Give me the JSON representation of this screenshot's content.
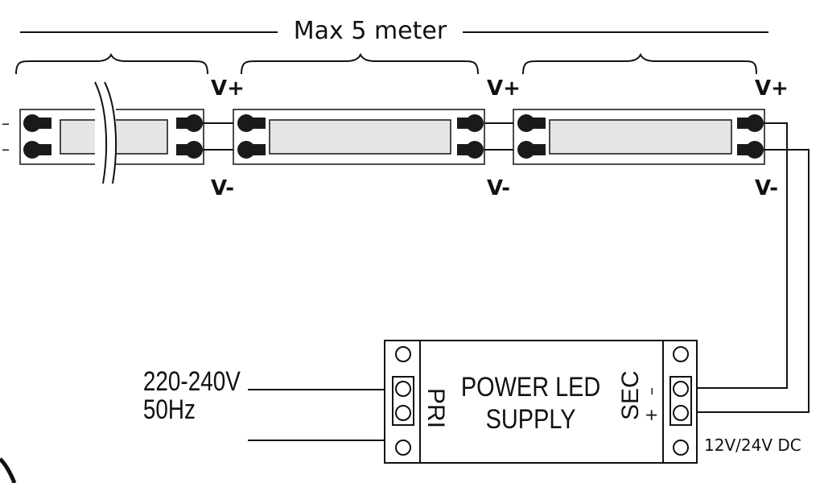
{
  "title": "Max 5 meter",
  "vplus": [
    "V+",
    "V+",
    "V+"
  ],
  "vminus": [
    "V-",
    "V-",
    "V-"
  ],
  "strip_minus_marks": [
    "–",
    "–"
  ],
  "power_supply": {
    "name_line1": "POWER LED",
    "name_line2": "SUPPLY",
    "pri_label": "PRI",
    "sec_label": "SEC",
    "sec_minus": "–",
    "sec_plus": "+"
  },
  "input_voltage": "220-240V",
  "input_freq": "50Hz",
  "output_voltage": "12V/24V DC",
  "colors": {
    "line": "#111111",
    "led": "#e5e5e5",
    "pad": "#1a1a1a"
  }
}
